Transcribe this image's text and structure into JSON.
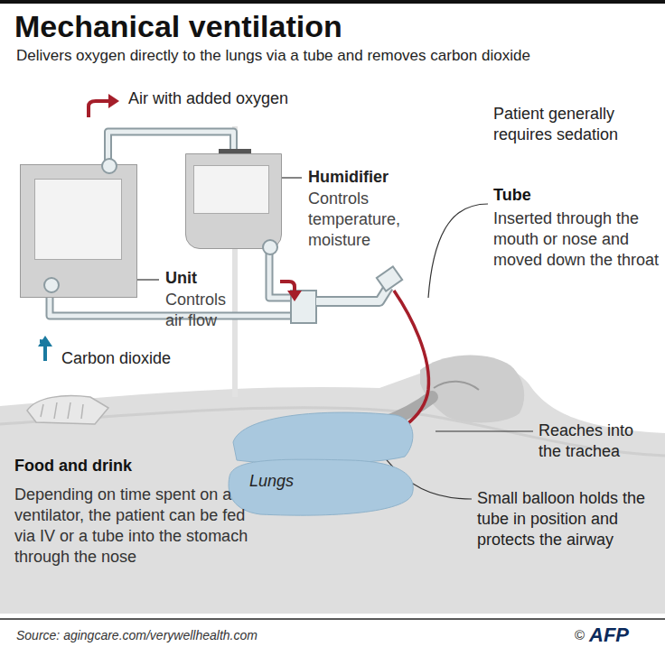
{
  "diagram": {
    "title": "Mechanical ventilation",
    "caption": "Source: agingcare.com/verywellhealth.com",
    "nodes": [
      {
        "text": [
          "Unit",
          "Controls air flow"
        ]
      },
      {
        "text": [
          "Humidifier",
          "Controls temperature, moisture"
        ]
      },
      {
        "text": [
          "Lungs"
        ]
      }
    ],
    "edges": [
      {
        "from": 0,
        "to": 1,
        "arrow": "none",
        "label": "Air with added oxygen"
      }
    ],
    "labels": [
      "Delivers oxygen directly to the lungs via a tube and removes carbon dioxide",
      "Carbon dioxide",
      "Patient generally requires sedation",
      "Tube",
      "Inserted through the mouth or nose and moved down the throat",
      "Reaches into the trachea",
      "Small balloon holds the tube in position and protects the airway",
      "Food and drink",
      "Depending on time spent on a ventilator, the patient can be fed via IV or a tube into the stomach through the nose",
      "©",
      "AFP"
    ]
  }
}
